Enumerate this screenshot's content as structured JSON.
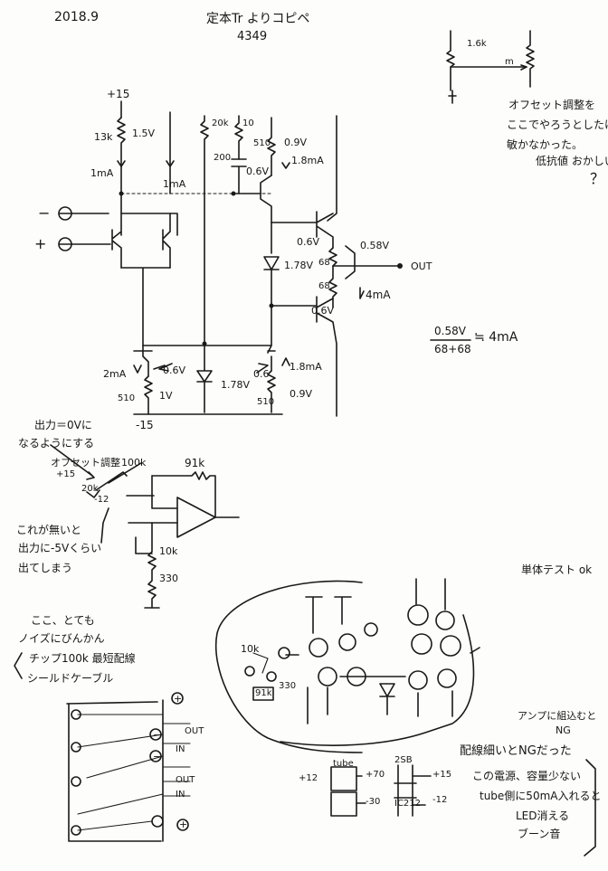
{
  "header": {
    "date": "2018.9",
    "title_line1": "定本Tr よりコピペ",
    "title_line2": "4349"
  },
  "top_right_note": {
    "resistor_value": "1.6k",
    "label_m": "m",
    "lines": [
      "オフセット調整を",
      "ここでやろうとしたけど",
      "敏かなかった。",
      "低抗値 おかしい",
      "？"
    ]
  },
  "main_circuit": {
    "supply_pos": "+15",
    "supply_neg": "-15",
    "labels": {
      "r13k": "13k",
      "v15": "1.5V",
      "i1ma_left": "1mA",
      "i1ma_right": "1mA",
      "r20k": "20k",
      "r10_top": "10",
      "r200": "200",
      "r510_top": "510",
      "v09_top": "0.9V",
      "i18ma_top": "1.8mA",
      "v06_top": "0.6V",
      "v06_mid": "0.6V",
      "v058": "0.58V",
      "r68_top": "68",
      "r68_bot": "68",
      "i4ma": "4mA",
      "v06_low": "0.6V",
      "v178_mid": "1.78V",
      "out": "OUT",
      "minus": "−",
      "plus": "+",
      "i2ma": "2mA",
      "v06_btm_left": "0.6V",
      "r510_btm_left": "510",
      "v1_btm": "1V",
      "v178_btm": "1.78V",
      "v06_btm_right": "0.6",
      "i18ma_btm": "1.8mA",
      "r510_btm_right": "510",
      "v09_btm": "0.9V"
    }
  },
  "equation": {
    "numerator": "0.58V",
    "denominator": "68+68",
    "result": "≒ 4mA"
  },
  "offset_section": {
    "annotation": [
      "出力＝0Vに",
      "なるようにする"
    ],
    "trim_label": "オフセット調整",
    "r100k": "100k",
    "r91k": "91k",
    "r20k": "20k",
    "r10k": "10k",
    "r330": "330",
    "v_pos": "+15",
    "v_neg": "-12",
    "note": [
      "これが無いと",
      "出力に-5Vくらい",
      "出てしまう"
    ]
  },
  "unit_test": {
    "label": "単体テスト ok"
  },
  "noise_note": {
    "lines": [
      "ここ、とても",
      "ノイズにびんかん",
      "チップ100k  最短配線",
      "シールドケーブル"
    ]
  },
  "breadboard": {
    "r10k": "10k",
    "r91k": "91k",
    "r330": "330",
    "terminals": [
      "+",
      "−",
      "OUT",
      "IN",
      "−",
      "OUT",
      "IN",
      "+"
    ]
  },
  "amp_note": [
    "アンプに組込むと",
    "NG"
  ],
  "wiring_note": "配線細いとNGだった",
  "psu": {
    "tube_label": "tube",
    "v_m12": "+12",
    "v_70": "+70",
    "v_m30": "-30",
    "ic_top": "2SB",
    "ic_bot": "IC212",
    "v_15": "+15",
    "v_12": "-12"
  },
  "psu_note": [
    "この電源、容量少ない",
    "tube側に50mA入れると",
    "LED消える",
    "ブーン音"
  ]
}
